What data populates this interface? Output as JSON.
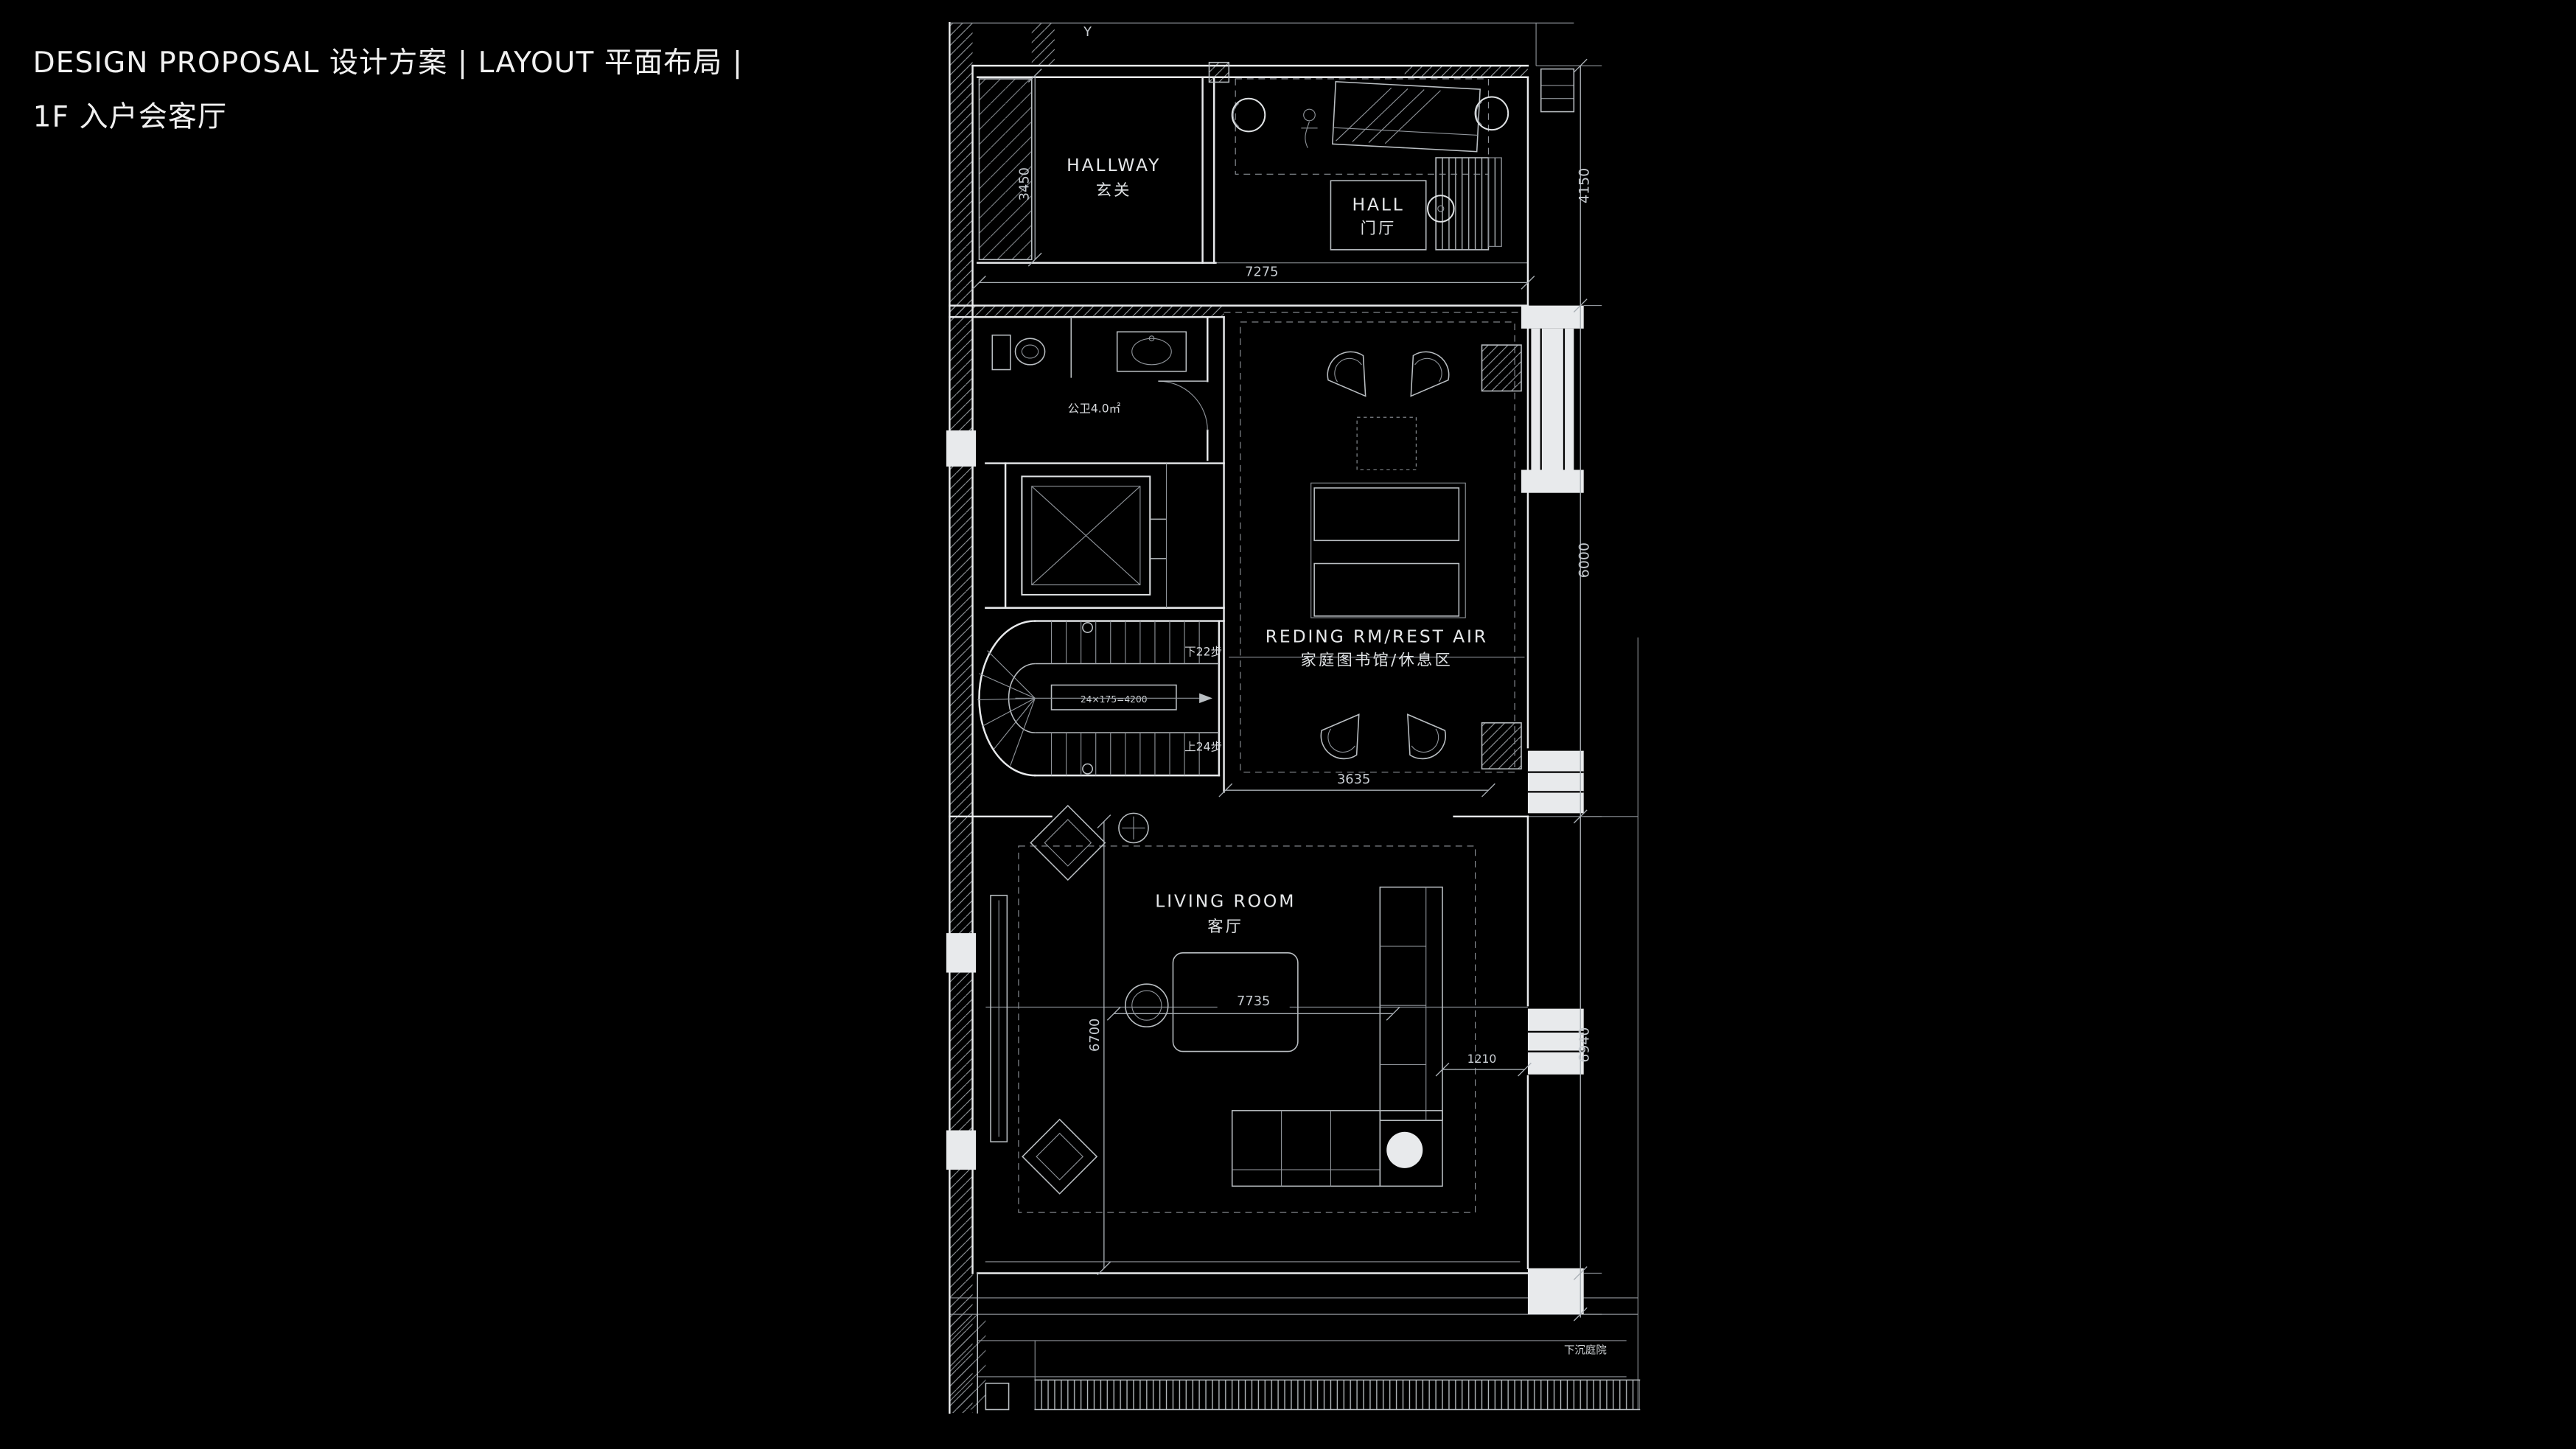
{
  "slide": {
    "title_line1": "DESIGN PROPOSAL 设计方案 | LAYOUT 平面布局 |",
    "title_line2": "1F 入户会客厅"
  },
  "floorplan": {
    "labels": {
      "hallway_en": "HALLWAY",
      "hallway_cn": "玄关",
      "hall_en": "HALL",
      "hall_cn": "门厅",
      "bath": "公卫4.0㎡",
      "reading_en": "REDING RM/REST AIR",
      "reading_cn": "家庭图书馆/休息区",
      "living_en": "LIVING ROOM",
      "living_cn": "客厅",
      "stairs_down": "下22步",
      "stairs_up": "上24步",
      "stairs_calc": "24×175=4200",
      "sunken_note": "下沉庭院",
      "section_marker": "Y"
    },
    "dimensions": {
      "top_width": "7275",
      "hallway_depth": "3450",
      "right_top": "4150",
      "right_middle": "6000",
      "right_bottom": "6940",
      "reading_width": "3635",
      "living_width": "7735",
      "living_depth": "6700",
      "sofa_offset": "1210"
    },
    "colors": {
      "background": "#000000",
      "wall_line": "#e8eaec",
      "furniture_line": "#b9bec2",
      "fine_line": "#8f949a",
      "dim_text": "#c6cbd0",
      "title_text": "#f1f1f1"
    }
  }
}
